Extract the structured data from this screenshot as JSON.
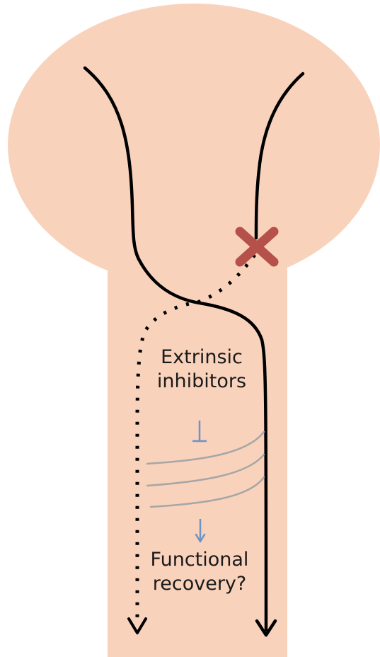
{
  "colors": {
    "tissue": "#f9d2bc",
    "axon": "#000000",
    "lesion": "#b5504a",
    "inhibitor_symbol": "#6f93c6",
    "scar": "#a6a6a6"
  },
  "labels": {
    "inhibitors_line1": "Extrinsic",
    "inhibitors_line2": "inhibitors",
    "recovery_line1": "Functional",
    "recovery_line2": "recovery?"
  },
  "icons": {
    "lesion": "x-mark-icon",
    "inhibition": "inhibition-tee-icon",
    "promotion": "arrow-down-icon"
  }
}
